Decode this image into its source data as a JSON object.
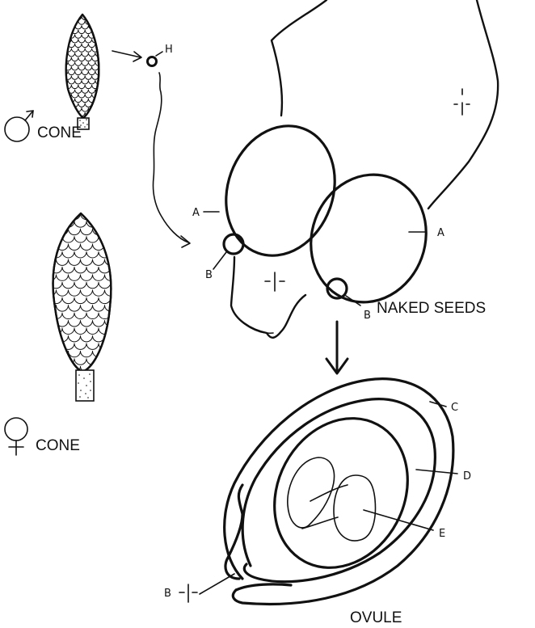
{
  "labels": {
    "male_cone": "CONE",
    "female_cone": "CONE",
    "naked_seeds": "NAKED SEEDS",
    "ovule": "OVULE"
  },
  "symbols": {
    "male": "♂",
    "female": "♀"
  },
  "letters": {
    "a_left": "A",
    "a_right": "A",
    "b_left": "B",
    "b_right": "B",
    "b_ovule": "B",
    "c": "C",
    "d": "D",
    "e": "E",
    "h": "H"
  }
}
